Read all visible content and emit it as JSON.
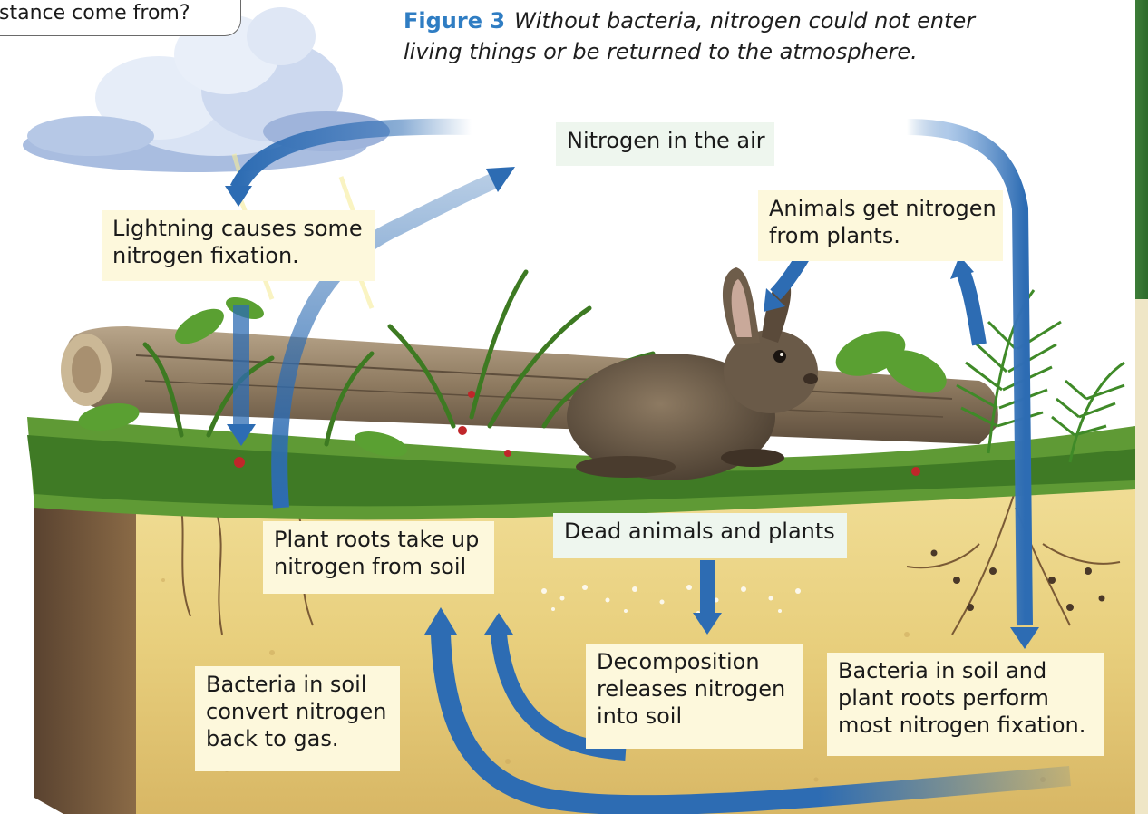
{
  "question_box": {
    "text": "stance come from?"
  },
  "caption": {
    "label": "Figure 3",
    "text_line1": "Without bacteria, nitrogen could not enter",
    "text_line2": "living things or be returned to the atmosphere."
  },
  "labels": {
    "nitrogen_air": "Nitrogen in the air",
    "lightning": {
      "line1": "Lightning causes some",
      "line2": "nitrogen fixation."
    },
    "animals": {
      "line1": "Animals get nitrogen",
      "line2": "from plants."
    },
    "plant_roots": {
      "line1": "Plant roots take up",
      "line2": "nitrogen from soil"
    },
    "dead": "Dead animals and plants",
    "decomposition": {
      "line1": "Decomposition",
      "line2": "releases nitrogen",
      "line3": "into soil"
    },
    "bacteria_gas": {
      "line1": "Bacteria in soil",
      "line2": "convert nitrogen",
      "line3": "back to gas."
    },
    "bacteria_fix": {
      "line1": "Bacteria in soil and",
      "line2": "plant roots perform",
      "line3": "most nitrogen fixation."
    }
  },
  "colors": {
    "arrow_blue": "#2d6cb3",
    "label_bg": "#fdf8dc",
    "soil": "#e4c97a",
    "grass": "#4a8a2e",
    "caption_accent": "#2f7dc3"
  },
  "icons": [
    "cloud-icon",
    "lightning-icon",
    "rabbit-icon",
    "log-icon",
    "fern-icon"
  ]
}
